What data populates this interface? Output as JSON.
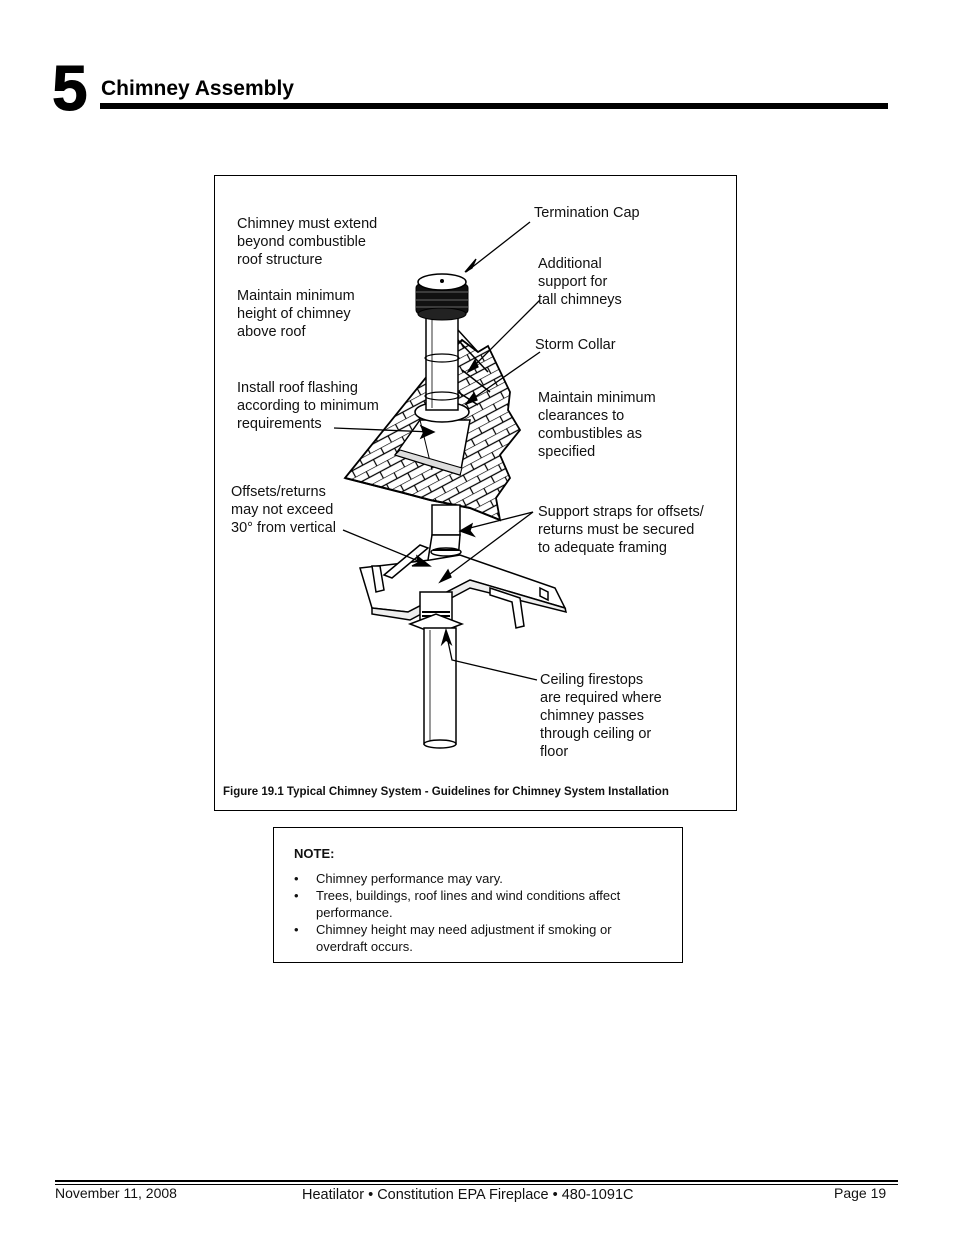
{
  "header": {
    "section_number": "5",
    "section_title": "Chimney Assembly"
  },
  "figure": {
    "labels": {
      "termination_cap": "Termination Cap",
      "extend": "Chimney must extend\nbeyond combustible\nroof structure",
      "min_height": "Maintain minimum\nheight of chimney\nabove roof",
      "additional_support": "Additional\nsupport for\ntall chimneys",
      "storm_collar": "Storm Collar",
      "roof_flashing": "Install roof flashing\naccording to minimum\nrequirements",
      "clearances": "Maintain minimum\nclearances to\ncombustibles as\nspecified",
      "offsets": "Offsets/returns\nmay not exceed\n30° from vertical",
      "support_straps": "Support straps for offsets/\nreturns must be secured\nto adequate framing",
      "firestops": "Ceiling firestops\nare required where\nchimney passes\nthrough ceiling or\nfloor"
    },
    "caption": "Figure 19.1 Typical Chimney System - Guidelines for Chimney System Installation"
  },
  "note": {
    "title": "NOTE:",
    "bullet": "•",
    "items": [
      "Chimney performance may vary.",
      "Trees, buildings, roof lines and wind conditions affect performance.",
      "Chimney height may need adjustment if smoking or overdraft occurs."
    ]
  },
  "footer": {
    "date": "November 11, 2008",
    "doc": "Heatilator • Constitution EPA Fireplace • 480-1091C",
    "page": "Page  19"
  }
}
